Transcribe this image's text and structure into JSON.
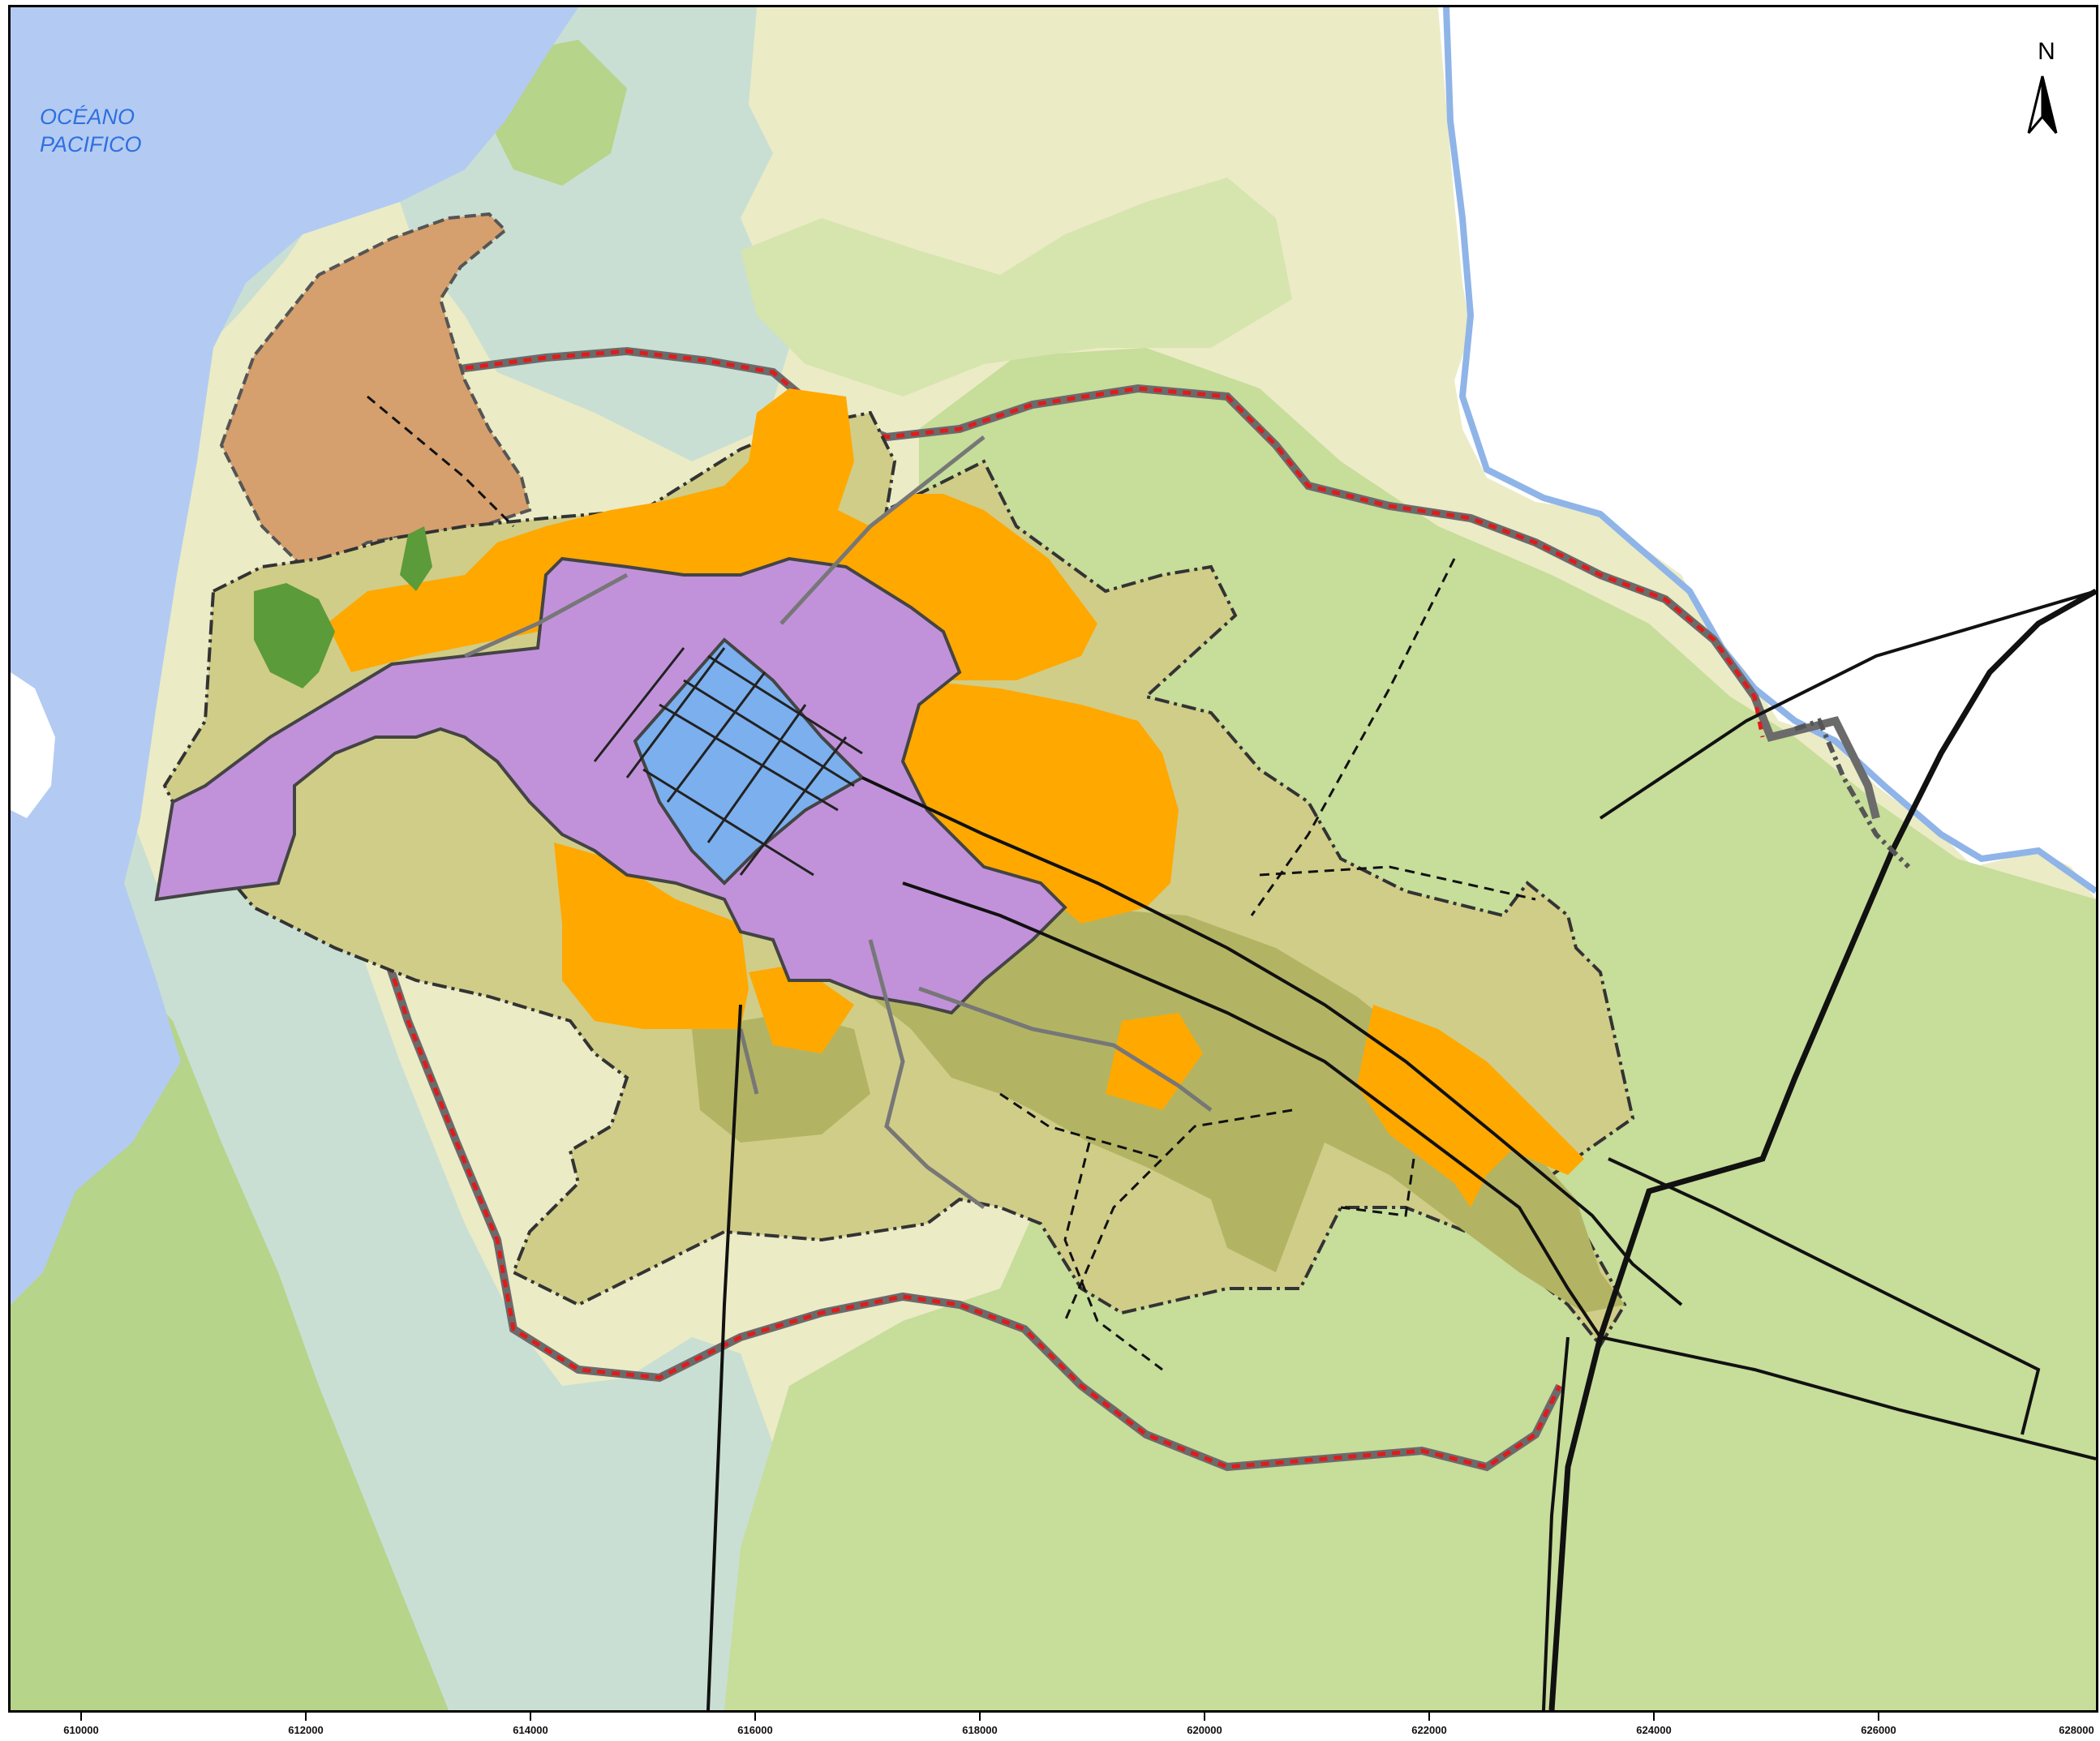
{
  "map": {
    "ocean_label_line1": "OCÉANO",
    "ocean_label_line2": "PACIFICO",
    "north_label": "N",
    "colors": {
      "ocean": "#b3cbf2",
      "land_light": "#ebebc6",
      "wetland": "#c9dfd3",
      "forest_light": "#c7dd9a",
      "zone_khaki": "#d0cd89",
      "zone_olive": "#b3b463",
      "zone_orange": "#ffa800",
      "zone_purple": "#c192da",
      "zone_blue": "#7bafee",
      "zone_brown": "#d5a06d",
      "zone_darkgreen": "#5c9b3a",
      "boundary_red": "#e01b1b"
    }
  },
  "x_axis": {
    "ticks": [
      "610000",
      "612000",
      "614000",
      "616000",
      "618000",
      "620000",
      "622000",
      "624000",
      "626000",
      "628000"
    ]
  }
}
